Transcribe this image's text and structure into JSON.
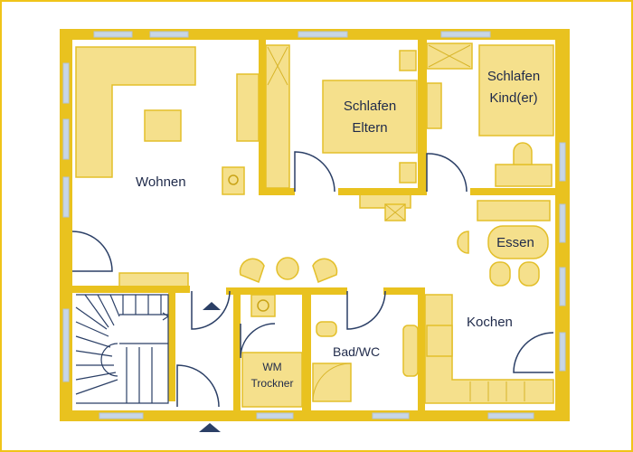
{
  "colors": {
    "wall": "#e9c21f",
    "furniture": "#f5e08c",
    "furniture_stroke": "#e3bf2a",
    "window": "#c8d6e6",
    "door": "#2b3f66",
    "text": "#1f2a4a",
    "frame": "#f0c419"
  },
  "rooms": {
    "living": "Wohnen",
    "bed_parents_line1": "Schlafen",
    "bed_parents_line2": "Eltern",
    "bed_kids_line1": "Schlafen",
    "bed_kids_line2": "Kind(er)",
    "dining": "Essen",
    "kitchen": "Kochen",
    "bath": "Bad/WC",
    "laundry_line1": "WM",
    "laundry_line2": "Trockner"
  },
  "icons": {
    "entrance": "triangle-arrow-icon",
    "stairs": "staircase-icon"
  }
}
